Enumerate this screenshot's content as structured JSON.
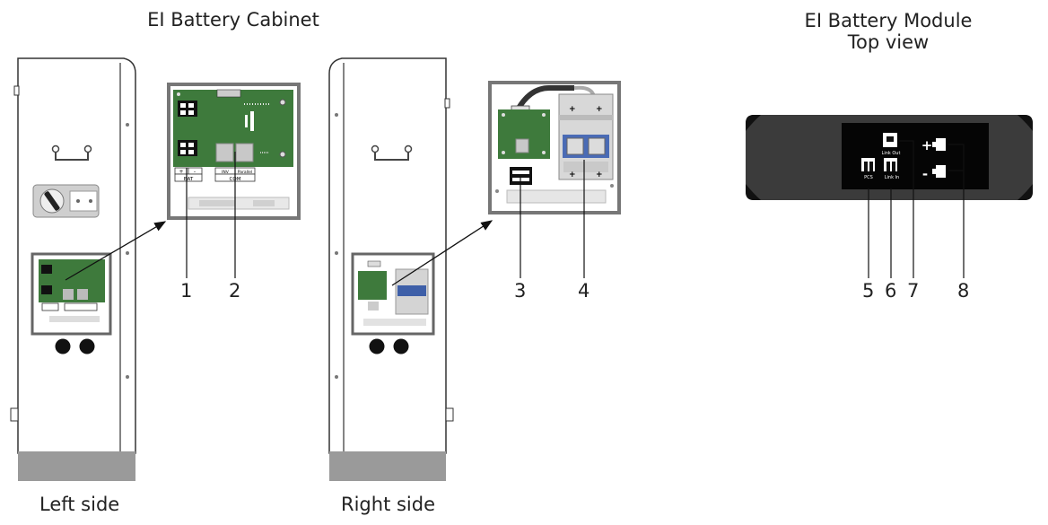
{
  "cabinet": {
    "title": "EI Battery Cabinet",
    "left_caption": "Left side",
    "right_caption": "Right side",
    "board_labels": {
      "bat_plus": "+",
      "bat_minus": "-",
      "bat": "BAT",
      "inv": "INV",
      "parallel": "Parallel",
      "com": "COM"
    }
  },
  "module": {
    "title_line1": "EI Battery Module",
    "title_line2": "Top view",
    "labels": {
      "link_out": "Link Out",
      "link_in": "Link In",
      "pcs": "PCS",
      "plus": "+",
      "minus": "-"
    }
  },
  "callouts": [
    "1",
    "2",
    "3",
    "4",
    "5",
    "6",
    "7",
    "8"
  ]
}
